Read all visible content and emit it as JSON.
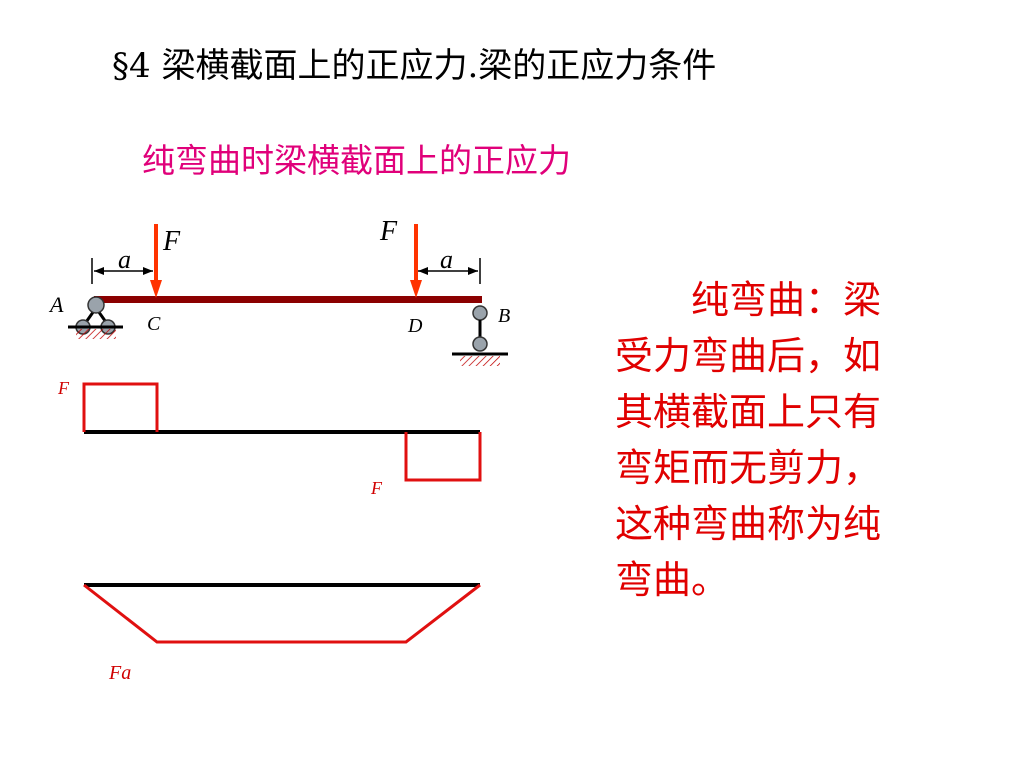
{
  "title": "§4 梁横截面上的正应力.梁的正应力条件",
  "subtitle": "纯弯曲时梁横截面上的正应力",
  "diagram": {
    "force_label_left": "F",
    "force_label_right": "F",
    "dim_label_left": "a",
    "dim_label_right": "a",
    "point_a": "A",
    "point_b": "B",
    "point_c": "C",
    "point_d": "D",
    "shear_label_top": "F",
    "shear_label_bottom": "F",
    "moment_label": "Fa"
  },
  "definition": {
    "lines": [
      "纯弯曲：梁",
      "受力弯曲后，如",
      "其横截面上只有",
      "弯矩而无剪力，",
      "这种弯曲称为纯",
      "弯曲。"
    ]
  },
  "colors": {
    "beam": "#8b0000",
    "force_arrow": "#ff3300",
    "diagram_outline": "#e01010",
    "subtitle": "#e0007a",
    "definition_text": "#e00000",
    "support": "#808080"
  }
}
